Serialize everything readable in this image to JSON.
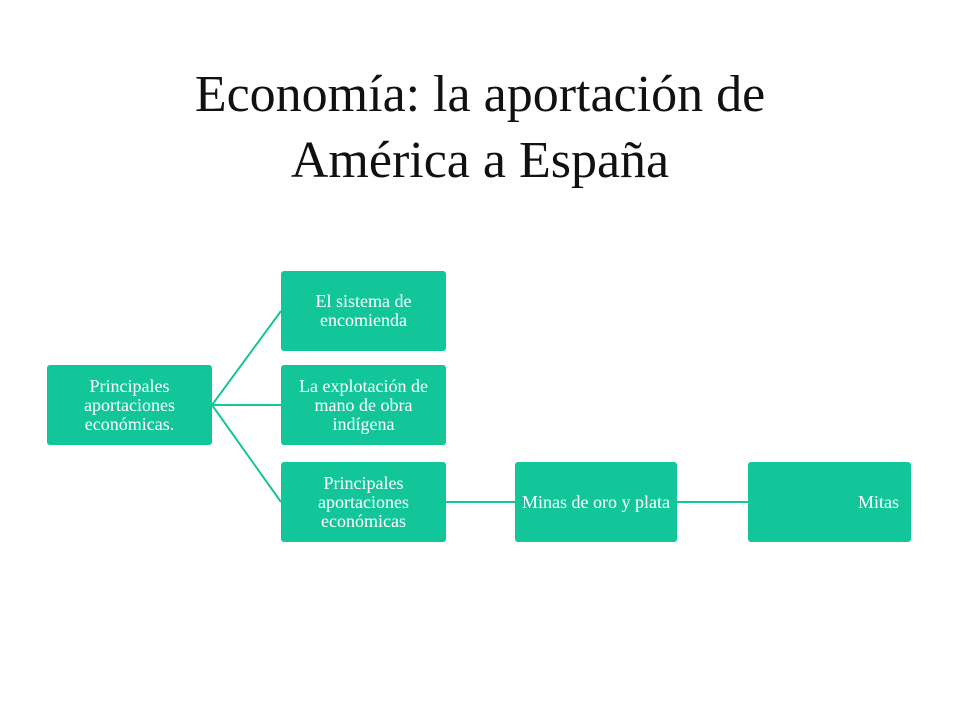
{
  "title": {
    "line1": "Economía: la aportación de",
    "line2": "América a España"
  },
  "colors": {
    "node_fill": "#12c69a",
    "connector": "#12c69a",
    "node_text": "#ffffff"
  },
  "diagram": {
    "root": "Principales aportaciones económicas.",
    "branches": [
      "El sistema de encomienda",
      "La explotación de mano de obra indígena",
      "Principales aportaciones económicas"
    ],
    "chain": [
      "Minas de oro y plata",
      "Mitas"
    ]
  }
}
